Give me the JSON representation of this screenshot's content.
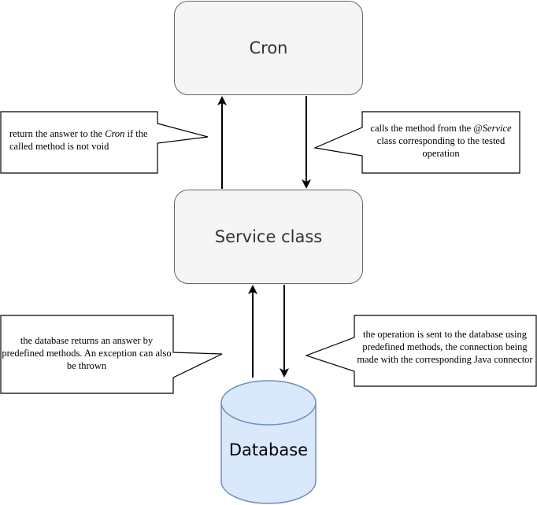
{
  "nodes": {
    "cron": "Cron",
    "service": "Service class",
    "database": "Database"
  },
  "notes": {
    "return_to_cron": {
      "before": "return the answer to the ",
      "italic": "Cron",
      "after": " if the called method is not void"
    },
    "calls_method": {
      "before": "calls the method from the ",
      "italic": "@Service",
      "after": " class corresponding to the tested operation"
    },
    "db_returns": "the database returns an answer by predefined methods. An exception can also be thrown",
    "operation_sent": "the operation is sent to the database using predefined methods, the connection being made with the corresponding Java connector"
  },
  "colors": {
    "process_fill": "#f5f5f5",
    "process_stroke": "#666666",
    "database_fill": "#dae8fc",
    "database_stroke": "#6c8ebf",
    "text": "#333333"
  }
}
